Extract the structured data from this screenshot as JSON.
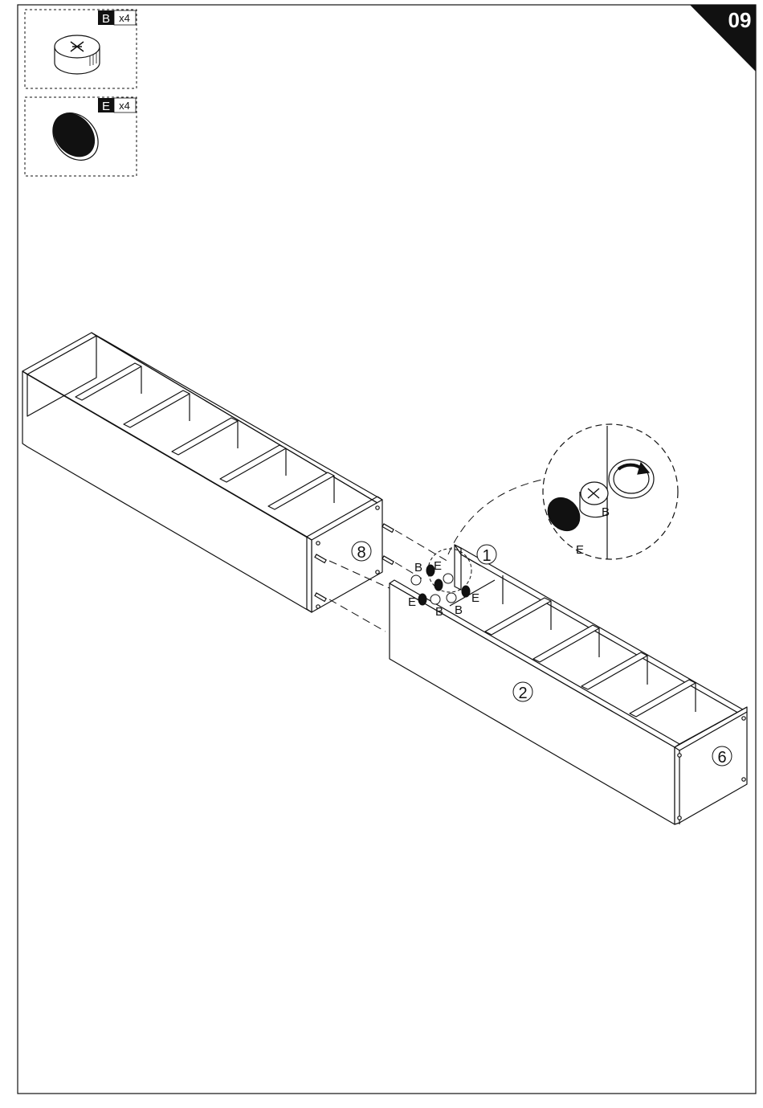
{
  "step": {
    "number": "09"
  },
  "parts": [
    {
      "letter": "B",
      "qty": "x4",
      "icon": "cam-lock-icon"
    },
    {
      "letter": "E",
      "qty": "x4",
      "icon": "cover-cap-icon"
    }
  ],
  "panels": {
    "p1": "1",
    "p2": "2",
    "p6": "6",
    "p8": "8"
  },
  "callouts": {
    "b": "B",
    "e": "E"
  },
  "colors": {
    "line": "#111111",
    "fill": "#ffffff",
    "dark": "#111111"
  }
}
